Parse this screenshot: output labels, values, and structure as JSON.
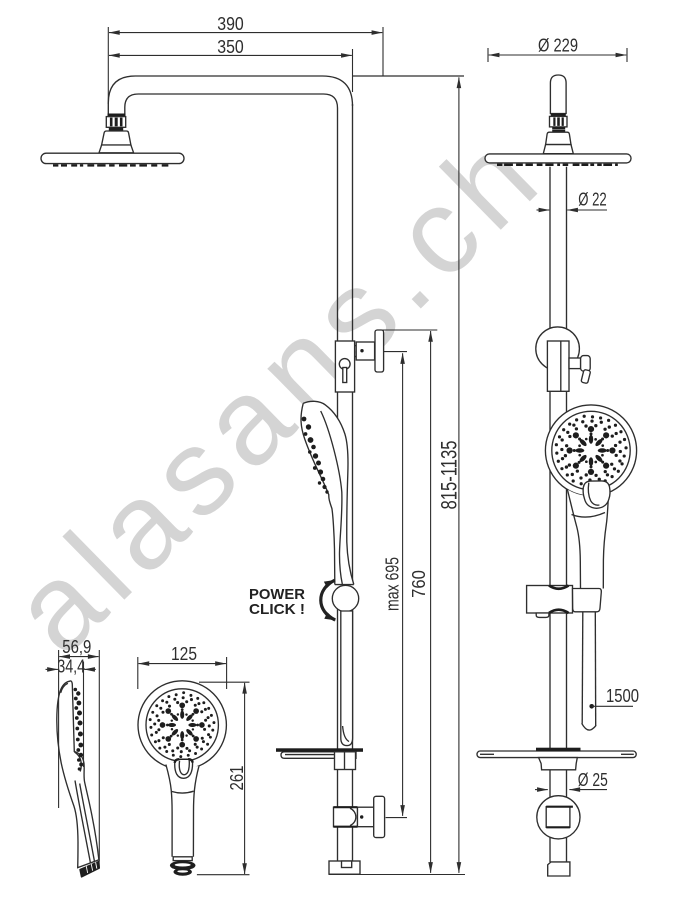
{
  "page": {
    "background": "#ffffff"
  },
  "colors": {
    "ink": "#2e2e2e",
    "thick": "#1d1d1d",
    "watermark": "#d4d4d4"
  },
  "watermark": {
    "text": "alasans.ch"
  },
  "labels": {
    "width_overall": "390",
    "width_arm": "350",
    "head_diameter": "Ø 229",
    "pipe_diameter": "Ø 22",
    "height_range": "815-1135",
    "height_rail": "760",
    "height_max": "max 695",
    "hose_length": "1500",
    "lower_pipe_diameter": "Ø 25",
    "hand_depth": "56,9",
    "hand_face_depth": "34,4",
    "hand_width": "125",
    "hand_length": "261",
    "power_line1": "POWER",
    "power_line2": "CLICK !"
  }
}
